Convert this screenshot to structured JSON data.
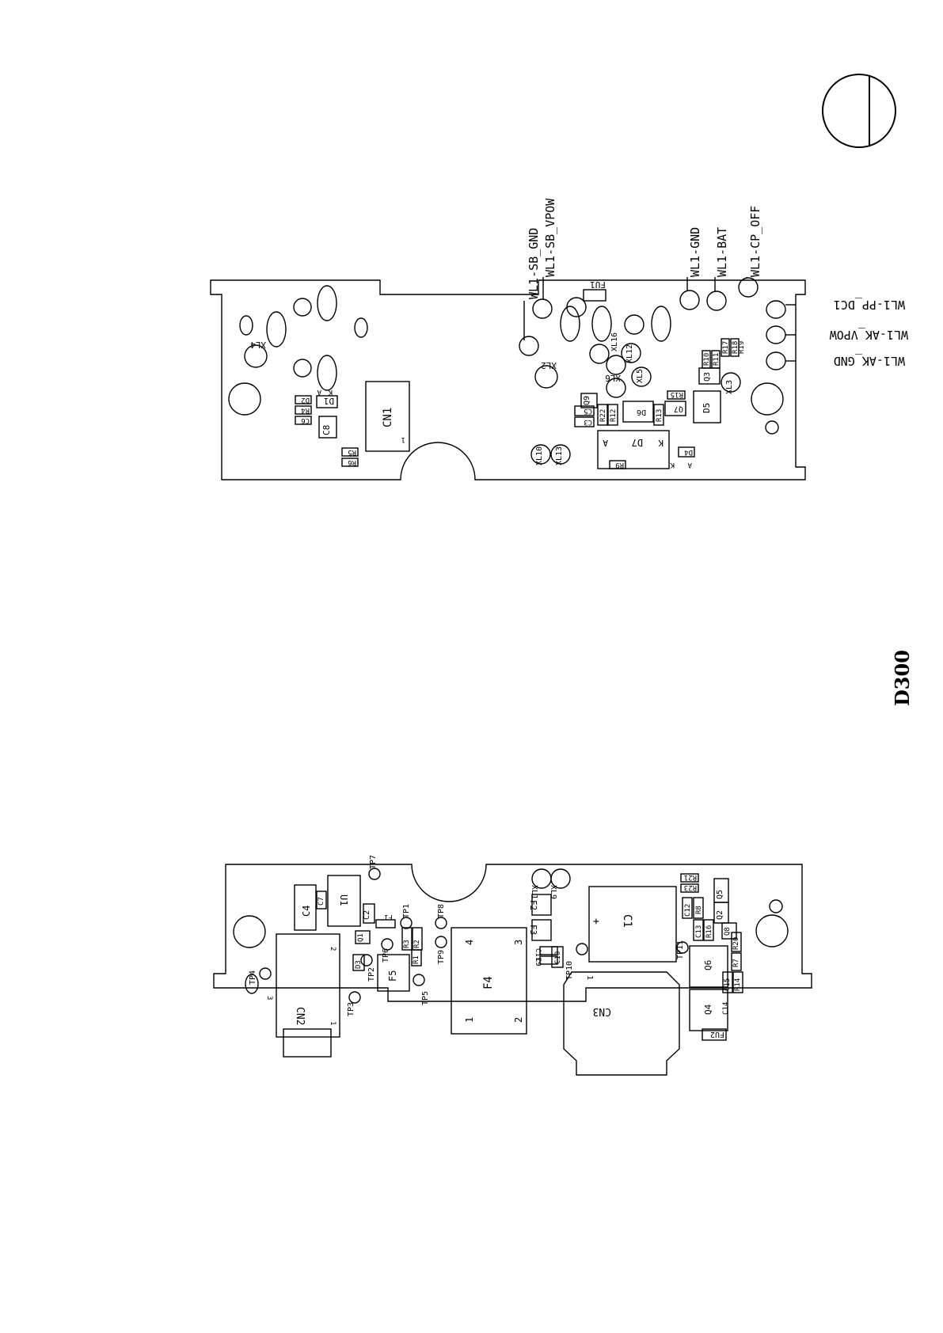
{
  "document": {
    "model": "D300"
  },
  "top_board": {
    "net_labels": [
      "WL1-SB_GND",
      "WL1-SB_VPOW",
      "WL1-GND",
      "WL1-BAT",
      "WL1-CP_OFF",
      "WL1-PP_DC1",
      "WL1-AK_VPOW",
      "WL1-AK_GND"
    ],
    "components": [
      "FU1",
      "XL4",
      "XL2",
      "XL16",
      "XL12",
      "XL6",
      "XL5",
      "XL3",
      "XL10",
      "XL13",
      "CN1",
      "C8",
      "D1",
      "D2",
      "R4",
      "C6",
      "R5",
      "R6",
      "Q9",
      "C5",
      "C3",
      "R22",
      "R12",
      "D6",
      "R13",
      "Q7",
      "R15",
      "R10",
      "R11",
      "Q3",
      "R17",
      "R18",
      "R19",
      "D5",
      "D7",
      "D4",
      "R9"
    ],
    "pin_marks": [
      "A",
      "K",
      "1",
      "A",
      "K",
      "K",
      "A"
    ]
  },
  "bottom_board": {
    "components": [
      "C4",
      "C7",
      "U1",
      "C2",
      "F1",
      "Q1",
      "TP7",
      "TP1",
      "TP8",
      "TP9",
      "TP6",
      "TP2",
      "D3",
      "R2",
      "R3",
      "R1",
      "F5",
      "TP5",
      "TP3",
      "TP4",
      "CN2",
      "F4",
      "XL1",
      "XL9",
      "F2",
      "F3",
      "C11",
      "C9",
      "C10",
      "TP10",
      "C1",
      "TP11",
      "CN3",
      "R21",
      "R23",
      "C12",
      "R8",
      "Q5",
      "Q2",
      "C13",
      "R16",
      "Q8",
      "R20",
      "Q6",
      "R7",
      "C15",
      "R14",
      "Q4",
      "C14",
      "FU2"
    ],
    "pin_marks": [
      "2",
      "3",
      "1",
      "4",
      "3",
      "1",
      "2",
      "+",
      "1"
    ]
  }
}
